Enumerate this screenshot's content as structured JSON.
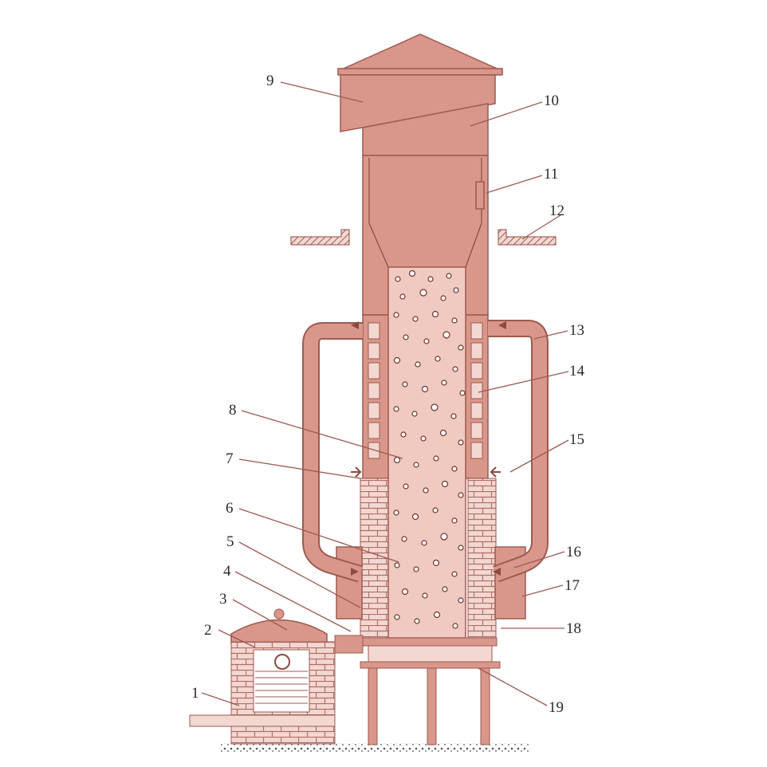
{
  "diagram": {
    "labels": [
      "1",
      "2",
      "3",
      "4",
      "5",
      "6",
      "7",
      "8",
      "9",
      "10",
      "11",
      "12",
      "13",
      "14",
      "15",
      "16",
      "17",
      "18",
      "19"
    ],
    "colors": {
      "body": "#d9968a",
      "stroke": "#9e5a50",
      "brick_fill": "#f3d7d1",
      "brick_line": "#b07066",
      "pipe": "#d9968a",
      "leader": "#9e5a50",
      "label": "#2a2a2a"
    }
  }
}
